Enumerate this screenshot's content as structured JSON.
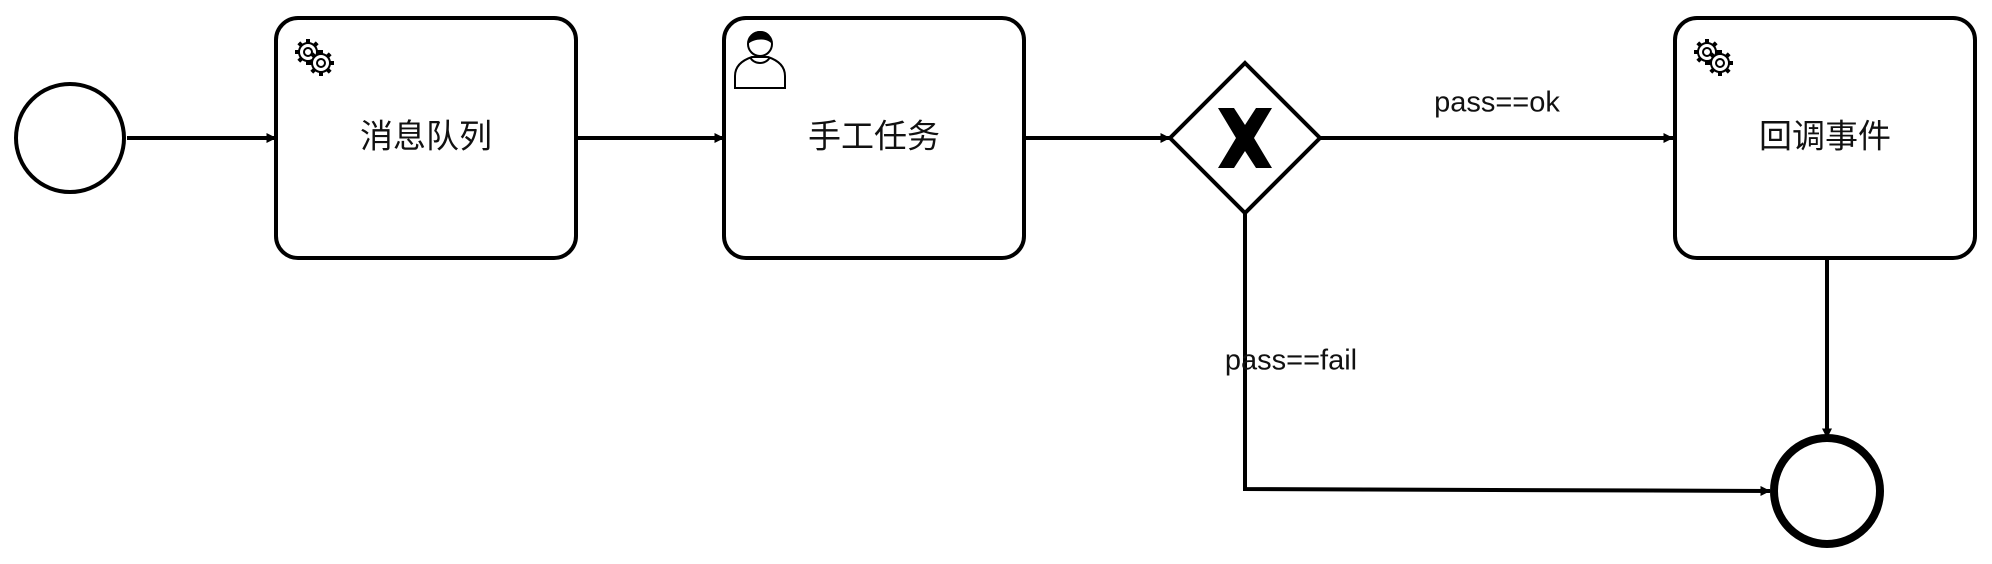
{
  "diagram": {
    "type": "BPMN process",
    "colors": {
      "stroke": "#000000",
      "fill": "#ffffff",
      "text": "#111111"
    },
    "start_event": {
      "icon": "start-event-circle"
    },
    "tasks": [
      {
        "id": "task_mq",
        "label": "消息队列",
        "kind": "service-task",
        "icon": "gear-icon"
      },
      {
        "id": "task_manual",
        "label": "手工任务",
        "kind": "user-task",
        "icon": "user-icon"
      },
      {
        "id": "task_callback",
        "label": "回调事件",
        "kind": "service-task",
        "icon": "gear-icon"
      }
    ],
    "gateway": {
      "kind": "exclusive-gateway",
      "marker": "X"
    },
    "end_event": {
      "icon": "end-event-circle"
    },
    "flows": [
      {
        "from": "start",
        "to": "task_mq",
        "label": ""
      },
      {
        "from": "task_mq",
        "to": "task_manual",
        "label": ""
      },
      {
        "from": "task_manual",
        "to": "gateway",
        "label": ""
      },
      {
        "from": "gateway",
        "to": "task_callback",
        "label": "pass==ok"
      },
      {
        "from": "gateway",
        "to": "end",
        "label": "pass==fail"
      },
      {
        "from": "task_callback",
        "to": "end",
        "label": ""
      }
    ]
  }
}
